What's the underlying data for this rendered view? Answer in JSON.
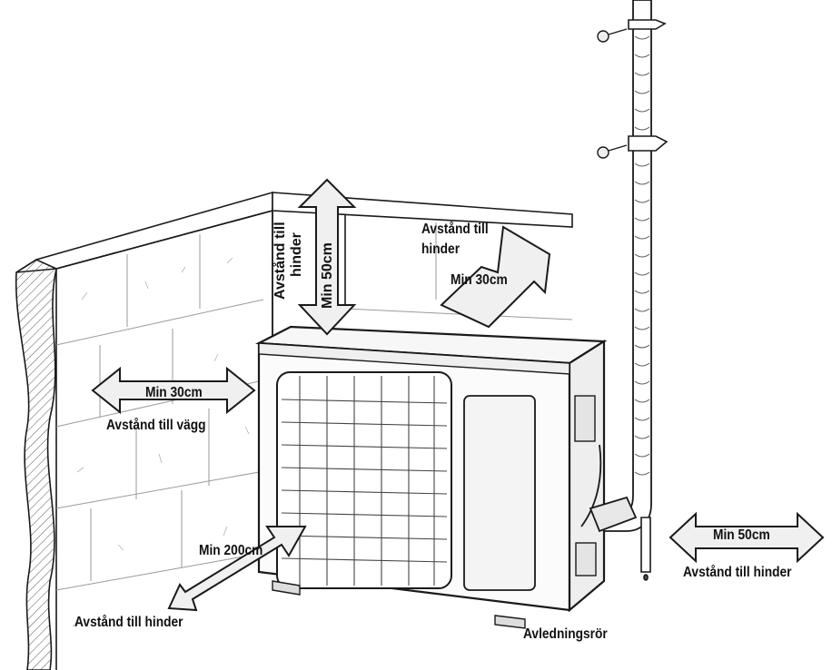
{
  "labels": {
    "top_clearance_value": "Min 50cm",
    "top_clearance_desc_line1": "Avstånd till",
    "top_clearance_desc_line2": "hinder",
    "rear_clearance_desc_line1": "Avstånd till",
    "rear_clearance_desc_line2": "hinder",
    "rear_clearance_value": "Min 30cm",
    "left_clearance_value": "Min 30cm",
    "left_clearance_desc": "Avstånd till vägg",
    "front_clearance_value": "Min 200cm",
    "front_clearance_desc": "Avstånd till hinder",
    "right_clearance_value": "Min 50cm",
    "right_clearance_desc": "Avstånd till hinder",
    "drain_pipe": "Avledningsrör"
  },
  "colors": {
    "line": "#1a1a1a",
    "arrow_fill": "#f0f0f0",
    "unit_fill": "#f7f7f7",
    "wall_fill": "#ffffff"
  }
}
